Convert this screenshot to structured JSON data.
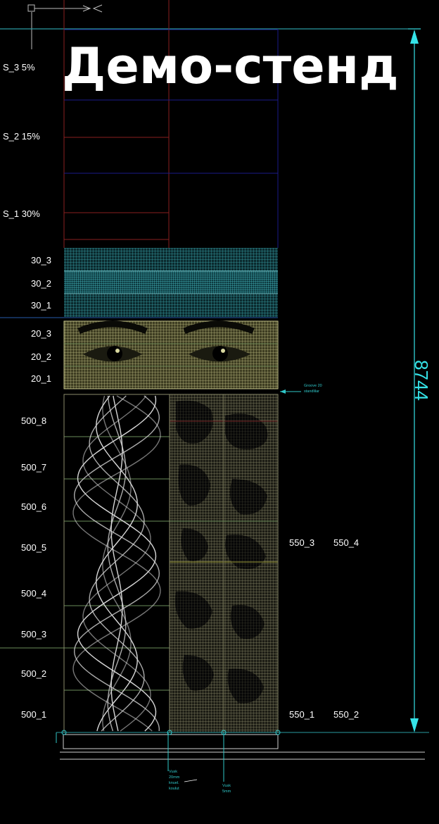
{
  "title": "Демо-стенд",
  "zone_labels": {
    "s3": "S_3 5%",
    "s2": "S_2 15%",
    "s1": "S_1 30%",
    "p30_3": "30_3",
    "p30_2": "30_2",
    "p30_1": "30_1",
    "p20_3": "20_3",
    "p20_2": "20_2",
    "p20_1": "20_1",
    "p500_8": "500_8",
    "p500_7": "500_7",
    "p500_6": "500_6",
    "p500_5": "500_5",
    "p500_4": "500_4",
    "p500_3": "500_3",
    "p500_2": "500_2",
    "p500_1": "500_1"
  },
  "panel_labels": {
    "p550_3": "550_3",
    "p550_4": "550_4",
    "p550_1": "550_1",
    "p550_2": "550_2"
  },
  "dimension": "8744",
  "callouts": {
    "groove_1": "Groove 20",
    "groove_2": "standlilar",
    "bottom_left_1": "Vusk",
    "bottom_left_2": "20mm",
    "bottom_left_3": "knuel.",
    "bottom_left_4": "koulut",
    "bottom_right_1": "Vusk",
    "bottom_right_2": "5mm"
  },
  "colors": {
    "background": "#000000",
    "dimension_line": "#35e3e8",
    "teal_mesh": "#2a8b93",
    "olive_mesh": "#c6c58a",
    "guide_red": "#8a2020",
    "guide_blue": "#1a1a8a",
    "green_rule": "#6a8c5a"
  }
}
